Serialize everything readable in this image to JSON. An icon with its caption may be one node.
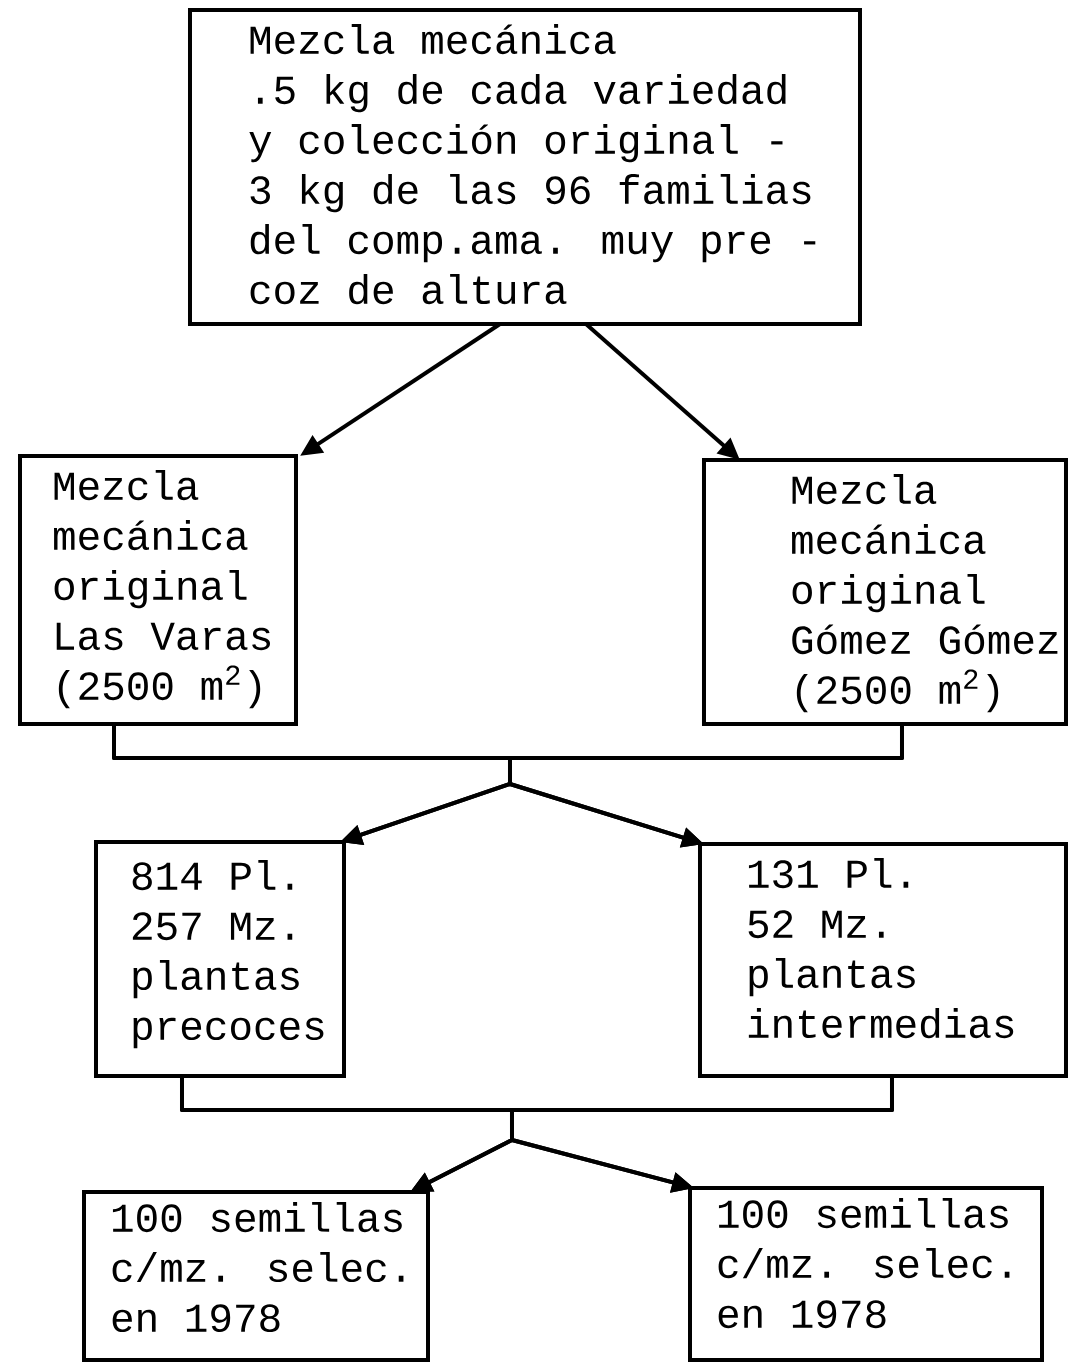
{
  "diagram": {
    "nodes": [
      {
        "text": [
          "Mezcla mecánica",
          ".5 kg de cada variedad y colección original - 3 kg de las 96 familias del comp.ama. muy pre - coz de altura"
        ]
      },
      {
        "text": [
          "Mezcla mecánica original Las Varas (2500 m$^{2}$)"
        ]
      },
      {
        "text": [
          "Mezcla mecánica original Gómez Gómez (2500 m$^{2}$)"
        ]
      },
      {
        "text": [
          "814 Pl. 257 Mz. plantas precoces"
        ]
      },
      {
        "text": [
          "131 Pl. 52 Mz. plantas intermedias"
        ]
      },
      {
        "text": [
          "100 semillas c/mz. selec. en 1978"
        ]
      },
      {
        "text": [
          "100 semillas c/mz. selec. en 1978"
        ]
      }
    ],
    "edges": [
      {
        "from": 0,
        "to": 1,
        "arrow": "to"
      },
      {
        "from": 0,
        "to": 2,
        "arrow": "to"
      },
      {
        "from": 1,
        "to": 3,
        "arrow": "to"
      },
      {
        "from": 1,
        "to": 4,
        "arrow": "to"
      },
      {
        "from": 2,
        "to": 3,
        "arrow": "to"
      },
      {
        "from": 2,
        "to": 4,
        "arrow": "to"
      },
      {
        "from": 3,
        "to": 5,
        "arrow": "to"
      },
      {
        "from": 3,
        "to": 6,
        "arrow": "to"
      },
      {
        "from": 4,
        "to": 5,
        "arrow": "to"
      },
      {
        "from": 4,
        "to": 6,
        "arrow": "to"
      }
    ]
  }
}
